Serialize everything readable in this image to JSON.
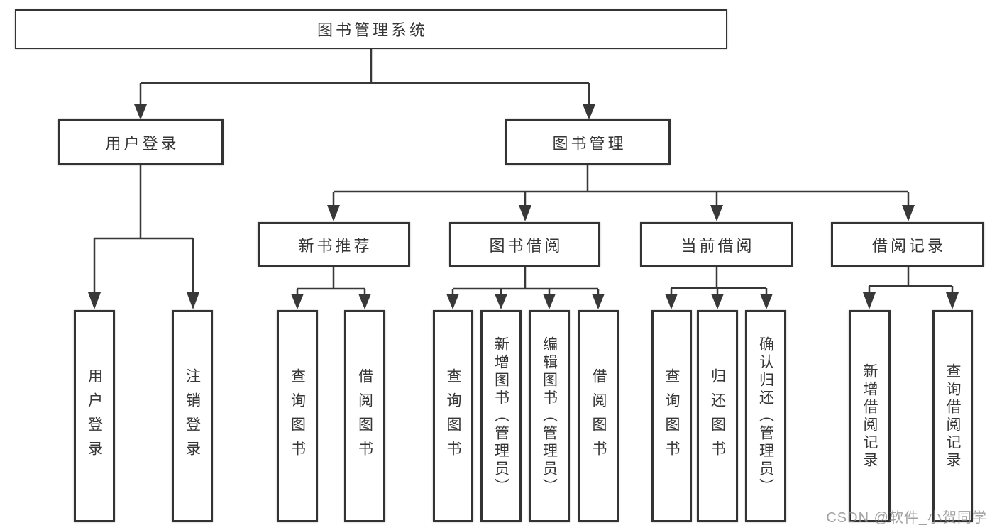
{
  "diagram": {
    "root": {
      "label": "图书管理系统",
      "children": [
        {
          "label": "用户登录",
          "children": [
            {
              "label": "用户登录"
            },
            {
              "label": "注销登录"
            }
          ]
        },
        {
          "label": "图书管理",
          "children": [
            {
              "label": "新书推荐",
              "children": [
                {
                  "label": "查询图书"
                },
                {
                  "label": "借阅图书"
                }
              ]
            },
            {
              "label": "图书借阅",
              "children": [
                {
                  "label": "查询图书"
                },
                {
                  "label": "新增图书（管理员）"
                },
                {
                  "label": "编辑图书（管理员）"
                },
                {
                  "label": "借阅图书"
                }
              ]
            },
            {
              "label": "当前借阅",
              "children": [
                {
                  "label": "查询图书"
                },
                {
                  "label": "归还图书"
                },
                {
                  "label": "确认归还（管理员）"
                }
              ]
            },
            {
              "label": "借阅记录",
              "children": [
                {
                  "label": "新增借阅记录"
                },
                {
                  "label": "查询借阅记录"
                }
              ]
            }
          ]
        }
      ]
    },
    "line_color": "#383838",
    "border_color": "#333333",
    "text_color": "#363636"
  },
  "watermark": {
    "text": "CSDN @软件_小贺同学"
  }
}
